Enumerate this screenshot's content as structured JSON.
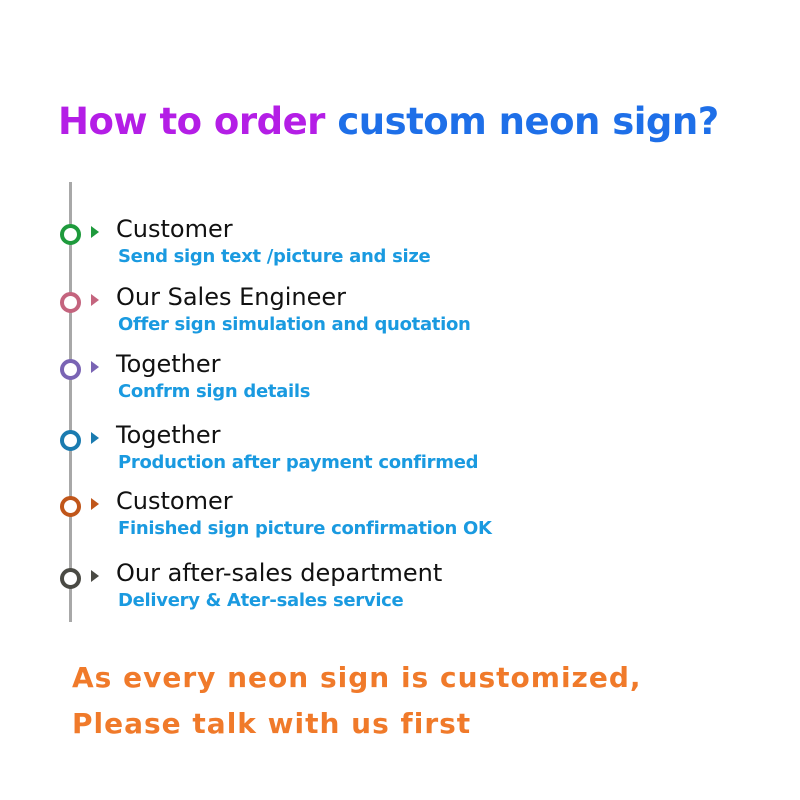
{
  "title": {
    "parts": [
      {
        "text": "How to order ",
        "color": "#b41ee6"
      },
      {
        "text": "custom neon sign?",
        "color": "#1e6fe8"
      }
    ]
  },
  "colors": {
    "line": "#a8a8a8",
    "step_title": "#111111",
    "step_desc": "#1a9ae0",
    "footer": "#f07a2a"
  },
  "steps": [
    {
      "title": "Customer",
      "desc": "Send sign text /picture and size",
      "ring_color": "#1e9a3c",
      "arrow_color": "#1e9a3c",
      "icon": "ring-bullet-icon"
    },
    {
      "title": "Our Sales Engineer",
      "desc": "Offer sign simulation and quotation",
      "ring_color": "#c4647e",
      "arrow_color": "#c4647e",
      "icon": "ring-bullet-icon"
    },
    {
      "title": "Together",
      "desc": "Confrm sign details",
      "ring_color": "#7a64b4",
      "arrow_color": "#7a64b4",
      "icon": "ring-bullet-icon"
    },
    {
      "title": "Together",
      "desc": "Production after payment confirmed",
      "ring_color": "#1a7bb0",
      "arrow_color": "#1a7bb0",
      "icon": "ring-bullet-icon"
    },
    {
      "title": "Customer",
      "desc": "Finished sign picture confirmation OK",
      "ring_color": "#c0561a",
      "arrow_color": "#c0561a",
      "icon": "ring-bullet-icon"
    },
    {
      "title": "Our after-sales department",
      "desc": "Delivery & Ater-sales service",
      "ring_color": "#4a4a44",
      "arrow_color": "#4a4a44",
      "icon": "ring-bullet-icon"
    }
  ],
  "footer": {
    "line1": "As every neon sign is customized,",
    "line2": "Please talk with us first"
  }
}
